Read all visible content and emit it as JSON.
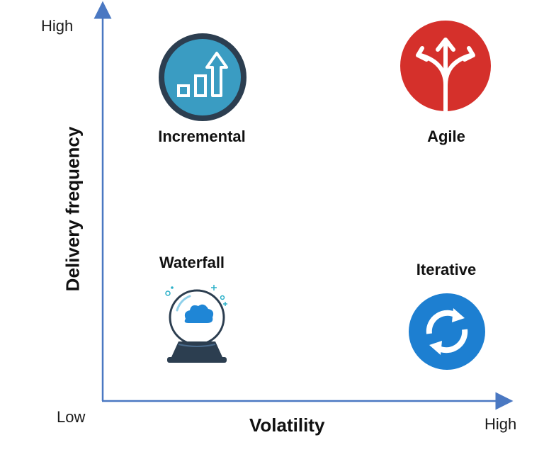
{
  "y_axis": {
    "title": "Delivery frequency",
    "high_label": "High"
  },
  "x_axis": {
    "title": "Volatility",
    "low_label": "Low",
    "high_label": "High"
  },
  "quadrants": {
    "incremental": {
      "label": "Incremental",
      "icon": "bar-chart-arrow-icon",
      "color": "#3a9cc2"
    },
    "agile": {
      "label": "Agile",
      "icon": "split-arrows-icon",
      "color": "#d5302b"
    },
    "waterfall": {
      "label": "Waterfall",
      "icon": "crystal-ball-icon",
      "color": "#1f86d6"
    },
    "iterative": {
      "label": "Iterative",
      "icon": "refresh-cycle-icon",
      "color": "#1d7fd1"
    }
  },
  "colors": {
    "axis": "#4a78c2",
    "icon_ring": "#2c3e50"
  }
}
